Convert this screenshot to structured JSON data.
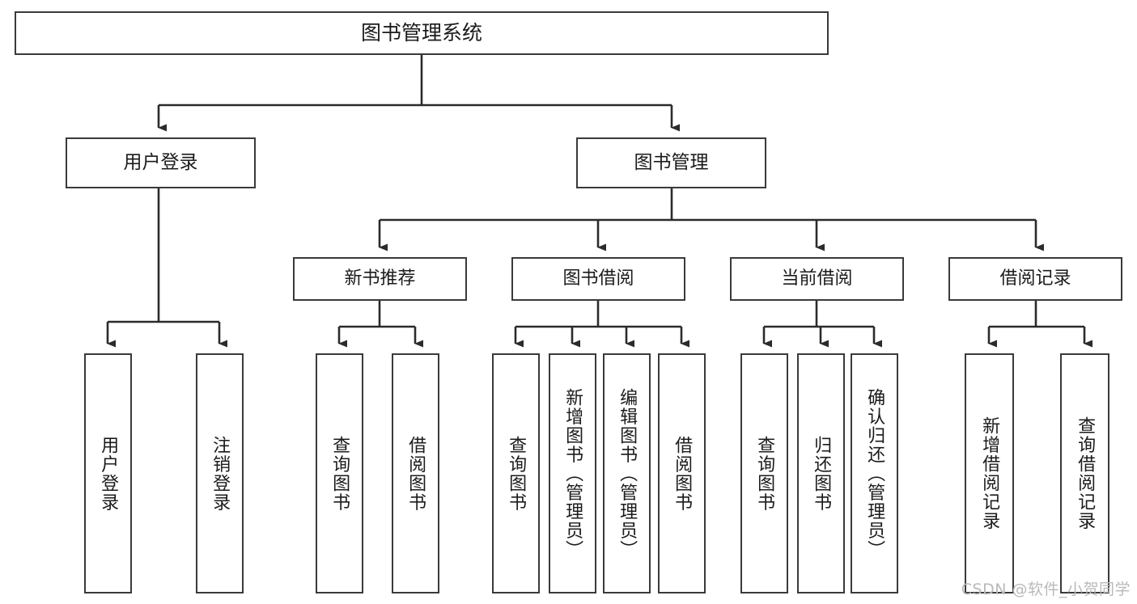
{
  "diagram": {
    "type": "tree-hierarchy",
    "title": "图书管理系统",
    "watermark": "CSDN @软件_小贺同学",
    "colors": {
      "box_border": "#3a3a3a",
      "box_fill": "#ffffff",
      "connector": "#2b2b2b",
      "text": "#1b1b1b",
      "watermark": "#b9b9b9"
    },
    "root": {
      "label": "图书管理系统"
    },
    "level1": [
      {
        "label": "用户登录"
      },
      {
        "label": "图书管理"
      }
    ],
    "level2": [
      {
        "label": "新书推荐"
      },
      {
        "label": "图书借阅"
      },
      {
        "label": "当前借阅"
      },
      {
        "label": "借阅记录"
      }
    ],
    "leaves": {
      "user_login": [
        {
          "label": "用户登录"
        },
        {
          "label": "注销登录"
        }
      ],
      "new_book": [
        {
          "label": "查询图书"
        },
        {
          "label": "借阅图书"
        }
      ],
      "book_borrow": [
        {
          "label": "查询图书"
        },
        {
          "label": "新增图书（管理员）"
        },
        {
          "label": "编辑图书（管理员）"
        },
        {
          "label": "借阅图书"
        }
      ],
      "current_borrow": [
        {
          "label": "查询图书"
        },
        {
          "label": "归还图书"
        },
        {
          "label": "确认归还（管理员）"
        }
      ],
      "borrow_record": [
        {
          "label": "新增借阅记录"
        },
        {
          "label": "查询借阅记录"
        }
      ]
    }
  }
}
